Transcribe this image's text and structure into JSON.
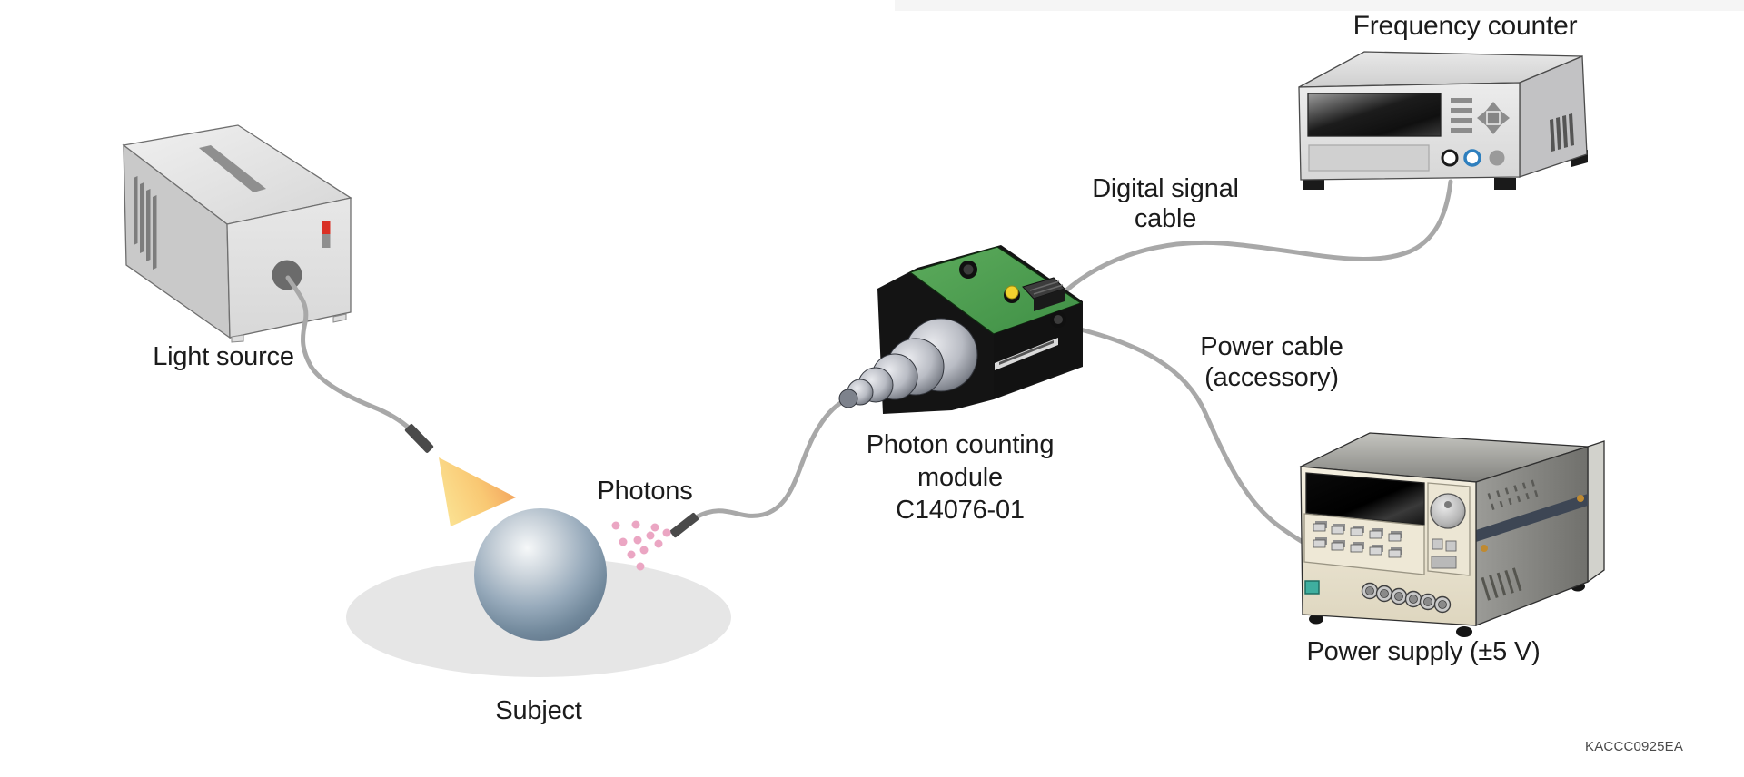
{
  "figure": {
    "type": "measurement-setup-diagram",
    "code": "KACCC0925EA"
  },
  "nodes": {
    "light_source": {
      "label": "Light source"
    },
    "subject": {
      "label": "Subject"
    },
    "photons": {
      "label": "Photons"
    },
    "module": {
      "line1": "Photon counting",
      "line2": "module",
      "line3": "C14076-01"
    },
    "frequency_counter": {
      "label": "Frequency counter"
    },
    "power_supply": {
      "label": "Power supply (±5 V)"
    }
  },
  "cables": {
    "optical_fiber_in": {
      "from": "light_source",
      "to": "subject"
    },
    "optical_fiber_out": {
      "from": "subject",
      "to": "module"
    },
    "digital": {
      "line1": "Digital signal",
      "line2": "cable",
      "from": "module",
      "to": "frequency_counter"
    },
    "power": {
      "line1": "Power cable",
      "line2": "(accessory)",
      "from": "module",
      "to": "power_supply"
    }
  },
  "colors": {
    "photon_dot": "#eba6c3",
    "beam_yellow": "#fbdc86",
    "beam_orange": "#f29e5a",
    "pcb_green": "#4e9e50",
    "cable_gray": "#a8a8a8",
    "power_button_teal": "#3fae9f",
    "indicator_red": "#d93025",
    "sphere_blue_gray": "#7b92a6",
    "stage_gray": "#e6e6e6"
  }
}
